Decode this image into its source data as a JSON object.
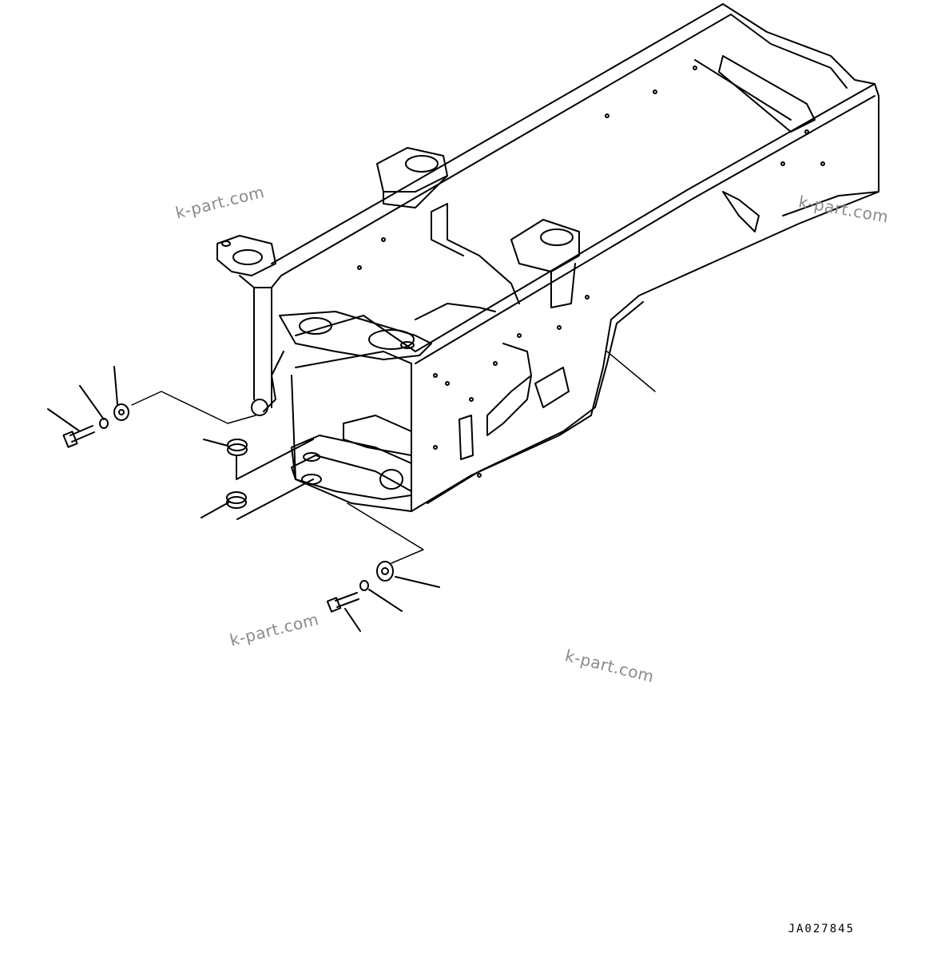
{
  "watermarks": [
    "k-part.com",
    "k-part.com",
    "k-part.com",
    "k-part.com"
  ],
  "drawing_code": "JA027845",
  "colors": {
    "line": "#000000",
    "background": "#ffffff",
    "watermark": "#8a8a8a"
  }
}
